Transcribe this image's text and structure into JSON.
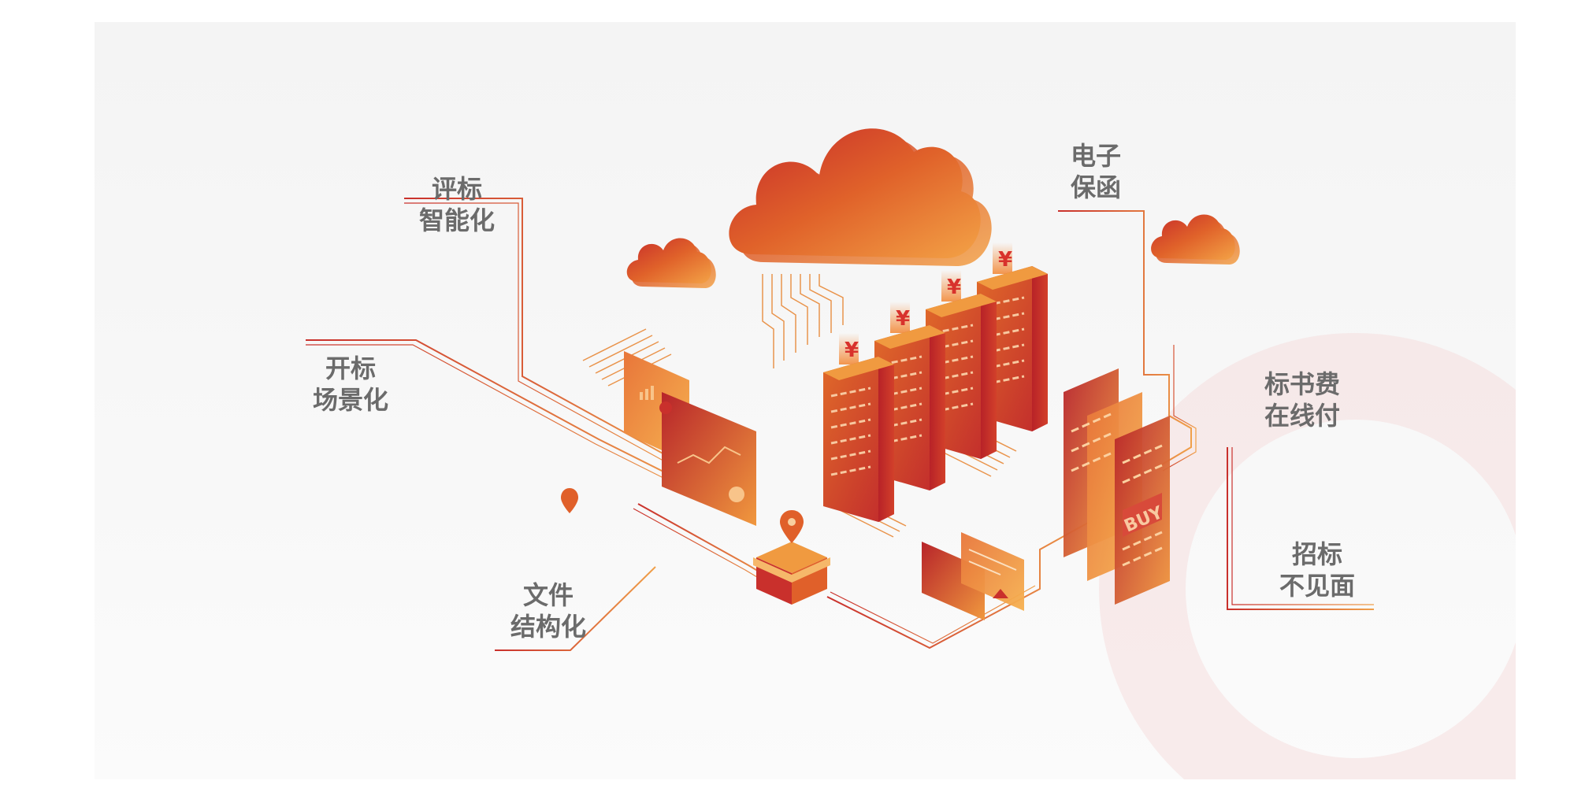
{
  "labels": {
    "evaluation": {
      "line1": "评标",
      "line2": "智能化"
    },
    "opening": {
      "line1": "开标",
      "line2": "场景化"
    },
    "documents": {
      "line1": "文件",
      "line2": "结构化"
    },
    "guarantee": {
      "line1": "电子",
      "line2": "保函"
    },
    "fee": {
      "line1": "标书费",
      "line2": "在线付"
    },
    "remote": {
      "line1": "招标",
      "line2": "不见面"
    }
  },
  "tags": {
    "buy": "BUY",
    "currency": "¥"
  },
  "colors": {
    "accent_dark": "#c9302c",
    "accent_mid": "#e0602a",
    "accent_light": "#f0a04a",
    "label_text": "#6b6b6b",
    "background": "#f6f6f6"
  }
}
